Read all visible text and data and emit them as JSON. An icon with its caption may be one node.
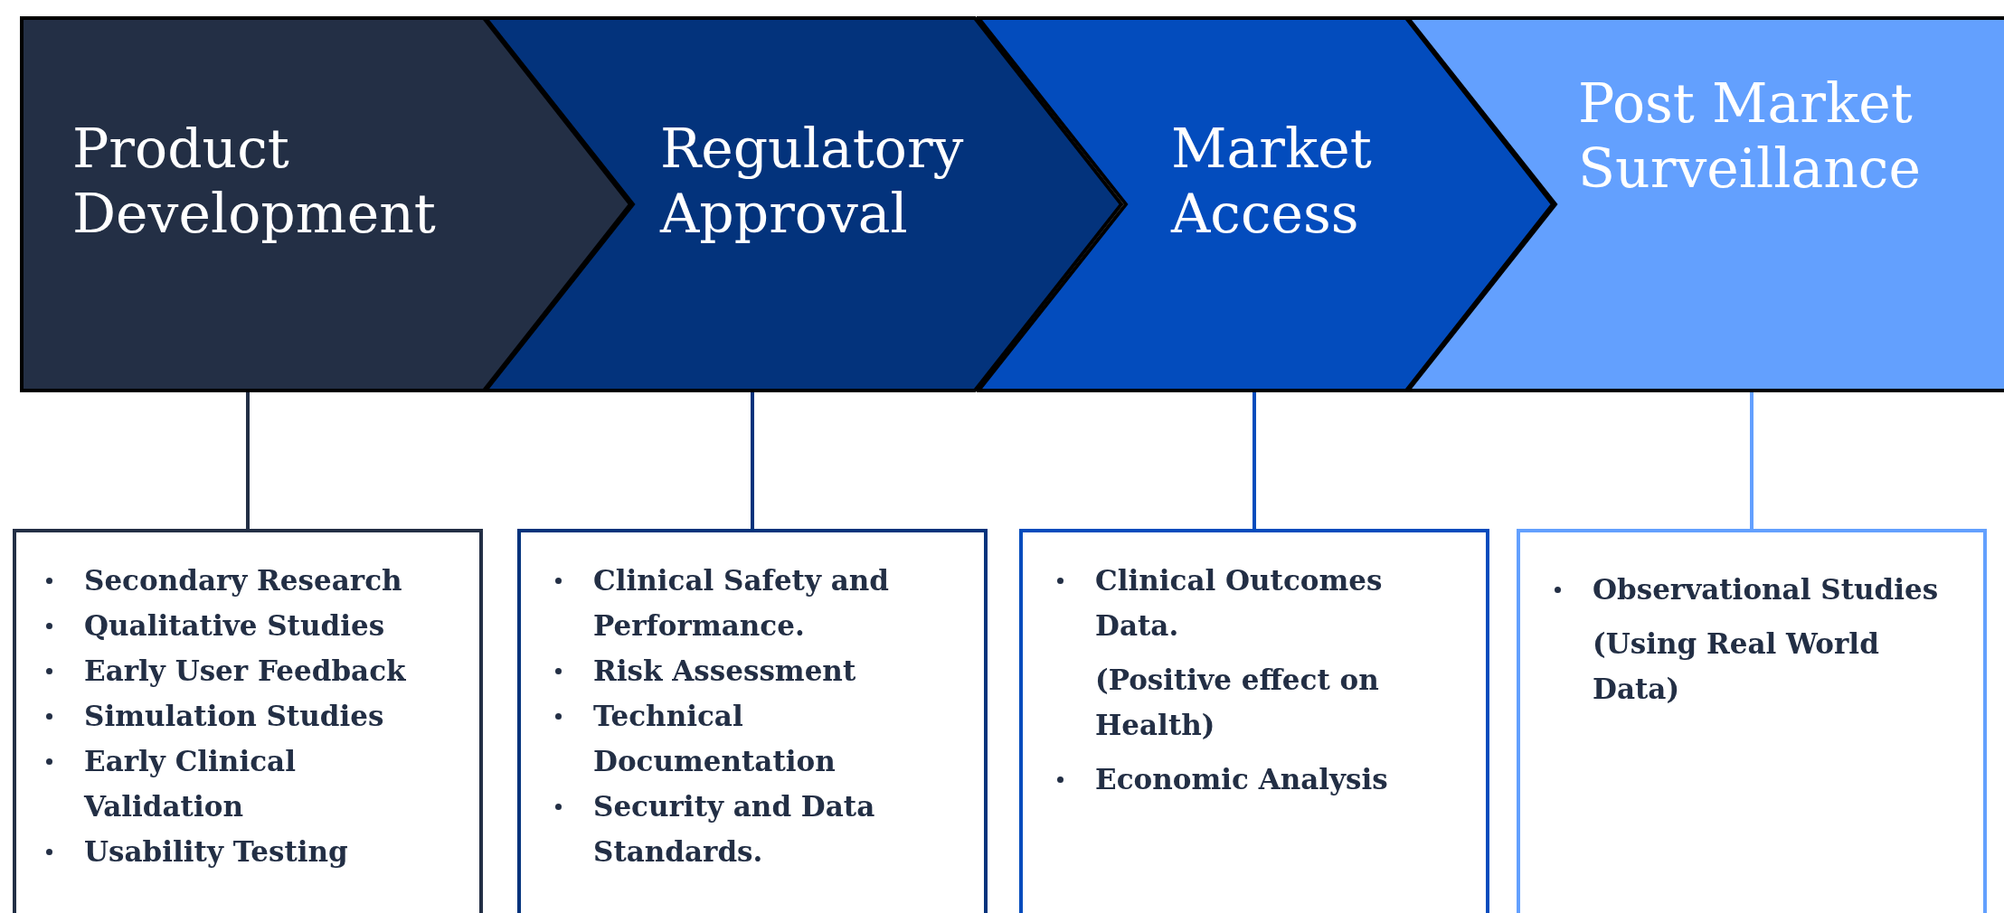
{
  "diagram": {
    "nodes": [
      {
        "text": [
          "Product Development"
        ]
      },
      {
        "text": [
          "Regulatory Approval"
        ]
      },
      {
        "text": [
          "Market Access"
        ]
      },
      {
        "text": [
          "Post Market Surveillance"
        ]
      },
      {
        "text": [
          "Secondary Research",
          "Qualitative Studies",
          "Early User Feedback",
          "Simulation Studies",
          "Early Clinical Validation",
          "Usability Testing"
        ]
      },
      {
        "text": [
          "Clinical Safety and Performance.",
          "Risk Assessment",
          "Technical Documentation",
          "Security and Data Standards."
        ]
      },
      {
        "text": [
          "Clinical Outcomes Data.",
          "(Positive effect on Health)",
          "Economic Analysis"
        ]
      },
      {
        "text": [
          "Observational Studies",
          "(Using Real World Data)"
        ]
      }
    ],
    "edges": [
      {
        "from": 0,
        "to": 4,
        "arrow": "none",
        "color": "#232f45"
      },
      {
        "from": 1,
        "to": 5,
        "arrow": "none",
        "color": "#03337c"
      },
      {
        "from": 2,
        "to": 6,
        "arrow": "none",
        "color": "#034cbd"
      },
      {
        "from": 3,
        "to": 7,
        "arrow": "none",
        "color": "#63a0fe"
      }
    ]
  }
}
